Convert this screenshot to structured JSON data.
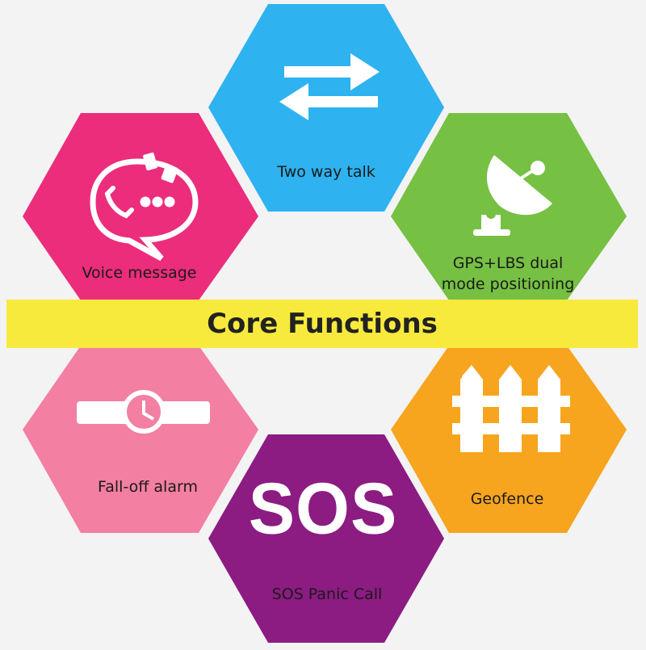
{
  "banner": {
    "title": "Core Functions"
  },
  "hexagons": [
    {
      "id": "two-way-talk",
      "label": "Two way talk",
      "color": "#2eb2f0",
      "icon": "swap-arrows-icon"
    },
    {
      "id": "voice-message",
      "label": "Voice message",
      "color": "#ec2d7b",
      "icon": "chat-phone-icon"
    },
    {
      "id": "gps-lbs",
      "label_line1": "GPS+LBS dual",
      "label_line2": "mode positioning",
      "color": "#76c043",
      "icon": "satellite-dish-icon"
    },
    {
      "id": "fall-off-alarm",
      "label": "Fall-off alarm",
      "color": "#f37fa3",
      "icon": "watch-icon"
    },
    {
      "id": "geofence",
      "label": "Geofence",
      "color": "#f7a51e",
      "icon": "fence-icon"
    },
    {
      "id": "sos-panic-call",
      "label": "SOS Panic Call",
      "big_text": "SOS",
      "color": "#8c1b82",
      "icon": "sos-text"
    }
  ],
  "colors": {
    "background": "#f3f3f4",
    "banner": "#f8ea3c"
  }
}
